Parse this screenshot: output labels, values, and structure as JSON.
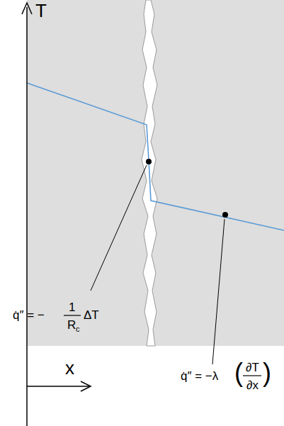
{
  "diagram": {
    "labels": [
      "T",
      "x",
      "q̇″ = −",
      "1",
      "R",
      "c",
      "ΔT",
      "q̇″ = −λ",
      "(",
      "∂T",
      "∂x",
      ")"
    ]
  }
}
